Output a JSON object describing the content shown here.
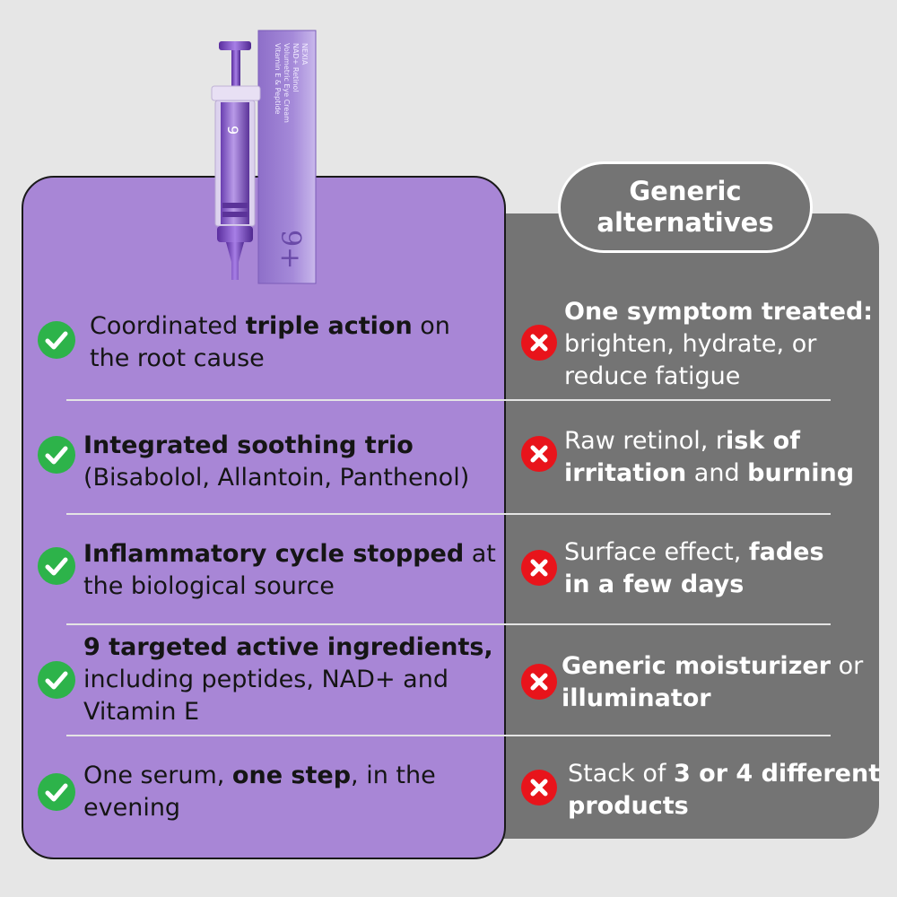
{
  "colors": {
    "background": "#e6e6e6",
    "product_panel": "#a886d6",
    "generic_panel": "#747474",
    "check_green": "#2db34a",
    "cross_red": "#e8141b",
    "separator": "#e4e4e4"
  },
  "header": {
    "generic_title_line1": "Generic",
    "generic_title_line2": "alternatives"
  },
  "product_image": {
    "icon": "serum-syringe-and-box-image",
    "box_label_lines": [
      "NEXIA",
      "NAD+ Retinol",
      "Volumetric Eye Cream",
      "Vitamin E & Peptide"
    ],
    "badge": "9+"
  },
  "rows": [
    {
      "left_icon": "check-icon",
      "left_lines": [
        [
          {
            "t": "Coordinated ",
            "b": false
          },
          {
            "t": "triple action",
            "b": true
          },
          {
            "t": " on",
            "b": false
          }
        ],
        [
          {
            "t": "the root cause",
            "b": false
          }
        ]
      ],
      "right_icon": "cross-icon",
      "right_lines": [
        [
          {
            "t": "One symptom treated:",
            "b": true
          }
        ],
        [
          {
            "t": "brighten, hydrate, or",
            "b": false
          }
        ],
        [
          {
            "t": "reduce fatigue",
            "b": false
          }
        ]
      ]
    },
    {
      "left_icon": "check-icon",
      "left_lines": [
        [
          {
            "t": "Integrated soothing trio",
            "b": true
          }
        ],
        [
          {
            "t": "(Bisabolol, Allantoin, Panthenol)",
            "b": false
          }
        ]
      ],
      "right_icon": "cross-icon",
      "right_lines": [
        [
          {
            "t": "Raw retinol, r",
            "b": false
          },
          {
            "t": "isk of",
            "b": true
          }
        ],
        [
          {
            "t": "irritation",
            "b": true
          },
          {
            "t": " and ",
            "b": false
          },
          {
            "t": "burning",
            "b": true
          }
        ]
      ]
    },
    {
      "left_icon": "check-icon",
      "left_lines": [
        [
          {
            "t": "Inflammatory cycle stopped",
            "b": true
          },
          {
            "t": " at",
            "b": false
          }
        ],
        [
          {
            "t": "the biological source",
            "b": false
          }
        ]
      ],
      "right_icon": "cross-icon",
      "right_lines": [
        [
          {
            "t": "Surface effect, ",
            "b": false
          },
          {
            "t": "fades",
            "b": true
          }
        ],
        [
          {
            "t": "in a few days",
            "b": true
          }
        ]
      ]
    },
    {
      "left_icon": "check-icon",
      "left_lines": [
        [
          {
            "t": "9 targeted active ingredients,",
            "b": true
          }
        ],
        [
          {
            "t": "including peptides, NAD+ and",
            "b": false
          }
        ],
        [
          {
            "t": "Vitamin E",
            "b": false
          }
        ]
      ],
      "right_icon": "cross-icon",
      "right_lines": [
        [
          {
            "t": "Generic moisturizer",
            "b": true
          },
          {
            "t": " or",
            "b": false
          }
        ],
        [
          {
            "t": "illuminator",
            "b": true
          }
        ]
      ]
    },
    {
      "left_icon": "check-icon",
      "left_lines": [
        [
          {
            "t": "One serum, ",
            "b": false
          },
          {
            "t": "one step",
            "b": true
          },
          {
            "t": ", in the",
            "b": false
          }
        ],
        [
          {
            "t": "evening",
            "b": false
          }
        ]
      ],
      "right_icon": "cross-icon",
      "right_lines": [
        [
          {
            "t": "Stack of ",
            "b": false
          },
          {
            "t": "3 or 4 different",
            "b": true
          }
        ],
        [
          {
            "t": "products",
            "b": true
          }
        ]
      ]
    }
  ]
}
